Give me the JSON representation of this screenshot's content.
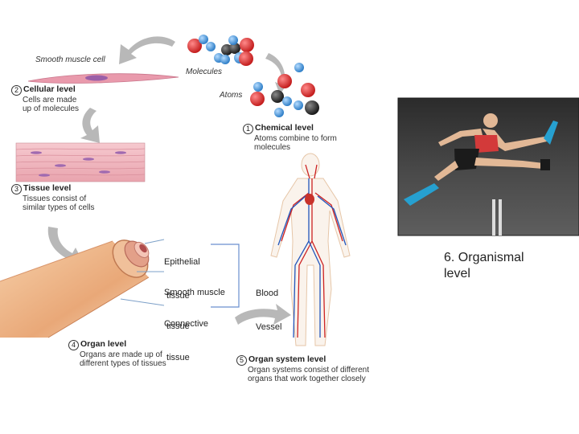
{
  "labels": {
    "molecules": "Molecules",
    "atoms": "Atoms",
    "smooth_muscle_cell": "Smooth muscle cell"
  },
  "levels": [
    {
      "num": "1",
      "title": "Chemical level",
      "desc_lines": [
        "Atoms combine to form",
        "molecules"
      ]
    },
    {
      "num": "2",
      "title": "Cellular level",
      "desc_lines": [
        "Cells are made",
        "up of molecules"
      ]
    },
    {
      "num": "3",
      "title": "Tissue level",
      "desc_lines": [
        "Tissues consist of",
        "similar types of cells"
      ]
    },
    {
      "num": "4",
      "title": "Organ level",
      "desc_lines": [
        "Organs are made up of",
        "different types of tissues"
      ]
    },
    {
      "num": "5",
      "title": "Organ system level",
      "desc_lines": [
        "Organ systems consist of different",
        "organs that work together closely"
      ]
    }
  ],
  "tissue_labels": {
    "epithelial": [
      "Epithelial",
      " tissue"
    ],
    "smooth_muscle": [
      "Smooth muscle",
      " tissue"
    ],
    "connective": [
      "Connective",
      " tissue"
    ]
  },
  "blood_vessel": [
    "Blood",
    "Vessel"
  ],
  "organismal": [
    "6. Organismal",
    "level"
  ],
  "colors": {
    "atom_red": "#d42a2a",
    "atom_blue": "#3d8fd6",
    "atom_black": "#2a2a2a",
    "muscle_pink": "#e89aa8",
    "vessel_tan": "#e8b48a",
    "arrow_gray": "#b5b5b5",
    "vessel_red": "#cc2222",
    "vessel_blue": "#2255bb"
  }
}
